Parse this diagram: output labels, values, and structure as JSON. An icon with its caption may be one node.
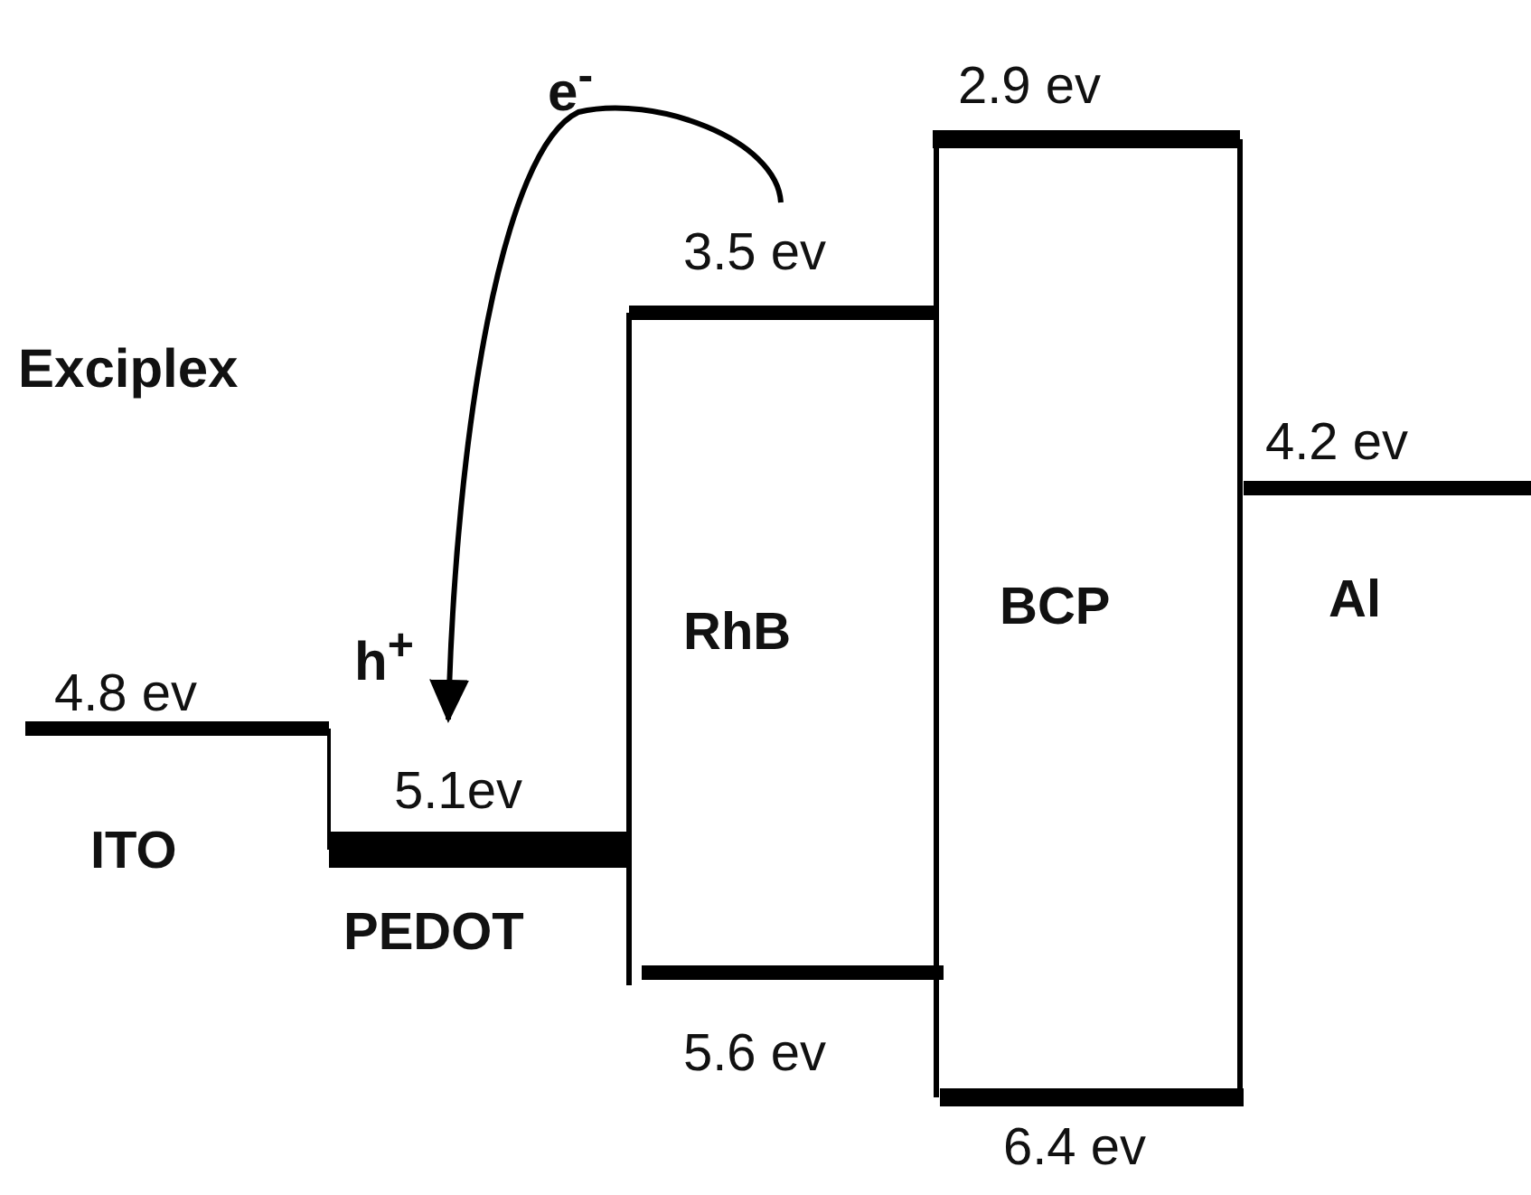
{
  "diagram": {
    "nodes": [
      {
        "text": [
          "4.8 ev",
          "ITO"
        ]
      },
      {
        "text": [
          "5.1ev",
          "PEDOT"
        ]
      },
      {
        "text": [
          "3.5 ev",
          "RhB",
          "5.6 ev"
        ]
      },
      {
        "text": [
          "2.9 ev",
          "BCP",
          "6.4 ev"
        ]
      },
      {
        "text": [
          "4.2 ev",
          "Al"
        ]
      }
    ],
    "edges": [
      {
        "from": 2,
        "to": 1,
        "arrow": "to"
      }
    ],
    "labels": [
      "e$^{-}$",
      "Exciplex",
      "h$^{+}$"
    ]
  }
}
